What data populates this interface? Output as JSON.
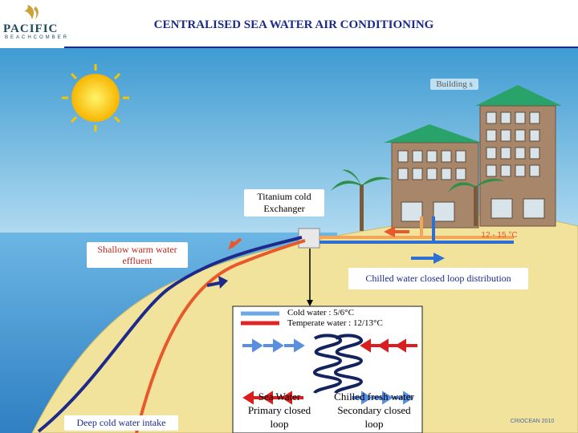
{
  "header": {
    "logo_text": "PACIFIC",
    "logo_sub": "BEACHCOMBER",
    "title": "CENTRALISED SEA WATER AIR CONDITIONING"
  },
  "labels": {
    "buildings": "Building s",
    "exchanger": "Titanium cold Exchanger",
    "shallow": "Shallow warm water effluent",
    "chilled": "Chilled water closed loop distribution",
    "deep": "Deep cold water intake",
    "temp": "12 - 15 °C",
    "credit": "CRIOCEAN 2010"
  },
  "legend": {
    "cold": "Cold water : 5/6°C",
    "temperate": "Temperate water : 12/13°C",
    "primary": "Sea Water Primary closed loop",
    "secondary": "Chilled fresh water Secondary closed loop"
  },
  "colors": {
    "sky": "#6fb9e0",
    "sea": "#4a9fd4",
    "sand": "#f2e29a",
    "cold_pipe": "#1e2a8a",
    "warm_pipe": "#e8582a",
    "title": "#1a2a8c"
  }
}
